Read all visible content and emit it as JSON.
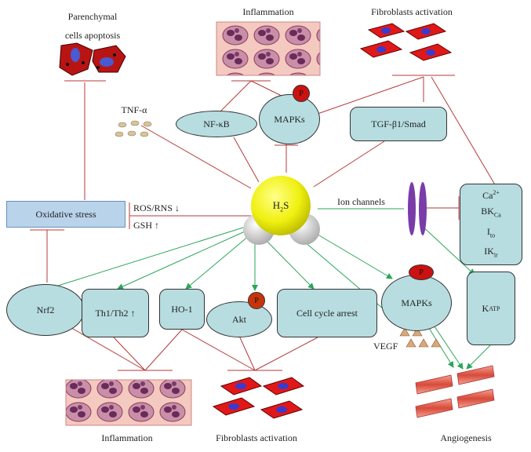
{
  "labels": {
    "parenchymal_line1": "Parenchymal",
    "parenchymal_line2": "cells apoptosis",
    "inflammation_top": "Inflammation",
    "fibroblasts_top": "Fibroblasts activation",
    "tnf": "TNF-α",
    "nfkb": "NF-κB",
    "mapks_top": "MAPKs",
    "tgf": "TGF-β1/Smad",
    "oxidative": "Oxidative stress",
    "ros": "ROS/RNS ↓",
    "gsh": "GSH ↑",
    "h2s": "H",
    "h2s_sub": "2",
    "h2s_end": "S",
    "ion": "Ion channels",
    "ca": "Ca",
    "ca_sup": "2+",
    "bk": "BK",
    "bk_sub": "Ca",
    "ito": "I",
    "ito_sub": "to",
    "ikir": "IK",
    "ikir_sub": "ir",
    "nrf2": "Nrf2",
    "th": "Th1/Th2 ↑",
    "ho1": "HO-1",
    "akt": "Akt",
    "cellcycle": "Cell cycle arrest",
    "mapks_bottom": "MAPKs",
    "katp": "K",
    "katp_sub": "ATP",
    "vegf": "VEGF",
    "p": "P",
    "inflammation_bottom": "Inflammation",
    "fibroblasts_bottom": "Fibroblasts activation",
    "angiogenesis": "Angiogenesis"
  },
  "colors": {
    "inhibit": "#b53a3a",
    "activate": "#2aa55a",
    "node_fill": "#b7dde0",
    "oxidative_fill": "#b9d3ea",
    "h2s_yellow": "#f2f213",
    "fibroblast_red": "#e01818",
    "fibroblast_nucleus": "#3a3ad0",
    "ion_channel": "#7a3ca8"
  }
}
